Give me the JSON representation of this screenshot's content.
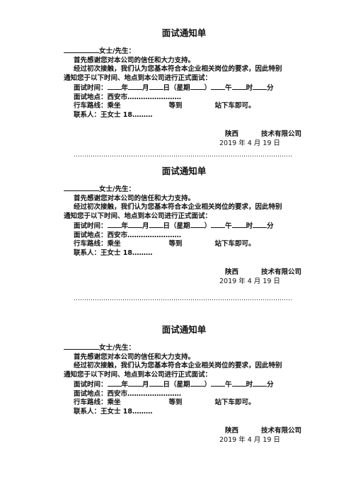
{
  "notices": [
    {
      "title": "面试通知单",
      "salutation": "女士/先生：",
      "thanks": "首先感谢您对本公司的信任和大力支持。",
      "para_line1": "经过初次接触，我们认为您基本符合本企业相关岗位的要求，因此特别",
      "para_line2": "通知您于以下时间、地点到本公司进行正式面试：",
      "time_label": "面试时间：",
      "time_year": "年",
      "time_month": "月",
      "time_day": "日（星期",
      "time_close": "）",
      "time_noon": "午",
      "time_hour": "时",
      "time_min": "分",
      "place": "面试地点：西安市……………………",
      "route_label": "行车路线：乘坐",
      "route_mid": "等到",
      "route_end": "站下车即可。",
      "contact": "联系人：王女士 18………",
      "company_a": "陕西",
      "company_b": "技术有限公司",
      "date": "2019 年 4 月 19 日",
      "separator": "……………………………………………………………………………………………"
    },
    {
      "title": "面试通知单",
      "salutation": "女士/先生：",
      "thanks": "首先感谢您对本公司的信任和大力支持。",
      "para_line1": "经过初次接触，我们认为您基本符合本企业相关岗位的要求，因此特别",
      "para_line2": "通知您于以下时间、地点到本公司进行正式面试：",
      "time_label": "面试时间：",
      "time_year": "年",
      "time_month": "月",
      "time_day": "日（星期",
      "time_close": "）",
      "time_noon": "午",
      "time_hour": "时",
      "time_min": "分",
      "place": "面试地点：西安市……………………",
      "route_label": "行车路线：乘坐",
      "route_mid": "等到",
      "route_end": "站下车即可。",
      "contact": "联系人：王女士 18………",
      "company_a": "陕西",
      "company_b": "技术有限公司",
      "date": "2019 年 4 月 19 日",
      "separator": "……………………………………………………………………………………………"
    },
    {
      "title": "面试通知单",
      "salutation": "女士/先生：",
      "thanks": "首先感谢您对本公司的信任和大力支持。",
      "para_line1": "经过初次接触，我们认为您基本符合本企业相关岗位的要求，因此特别",
      "para_line2": "通知您于以下时间、地点到本公司进行正式面试：",
      "time_label": "面试时间：",
      "time_year": "年",
      "time_month": "月",
      "time_day": "日（星期",
      "time_close": "）",
      "time_noon": "午",
      "time_hour": "时",
      "time_min": "分",
      "place": "面试地点：西安市……………………",
      "route_label": "行车路线：乘坐",
      "route_mid": "等到",
      "route_end": "站下车即可。",
      "contact": "联系人：王女士 18………",
      "company_a": "陕西",
      "company_b": "技术有限公司",
      "date": "2019 年 4 月 19 日"
    }
  ]
}
